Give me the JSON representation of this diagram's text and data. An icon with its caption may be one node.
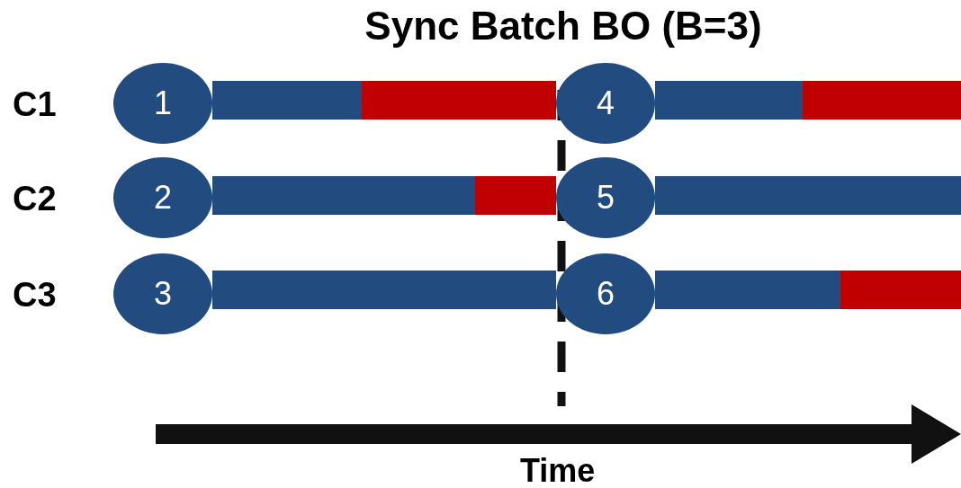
{
  "diagram": {
    "title": "Sync Batch BO (B=3)",
    "nodes": [
      {
        "text": [
          "1"
        ]
      },
      {
        "text": [
          "2"
        ]
      },
      {
        "text": [
          "3"
        ]
      },
      {
        "text": [
          "4"
        ]
      },
      {
        "text": [
          "5"
        ]
      },
      {
        "text": [
          "6"
        ]
      },
      {
        "text": [],
        "shape": "bar"
      },
      {
        "text": [],
        "shape": "bar"
      },
      {
        "text": [],
        "shape": "bar"
      },
      {
        "text": [],
        "shape": "bar"
      },
      {
        "text": [],
        "shape": "bar"
      },
      {
        "text": [],
        "shape": "bar"
      },
      {
        "text": [],
        "shape": "bar"
      },
      {
        "text": [],
        "shape": "bar"
      },
      {
        "text": [],
        "shape": "bar"
      },
      {
        "text": [],
        "shape": "bar"
      }
    ],
    "labels": [
      "C1",
      "C2",
      "C3",
      "Time"
    ]
  }
}
